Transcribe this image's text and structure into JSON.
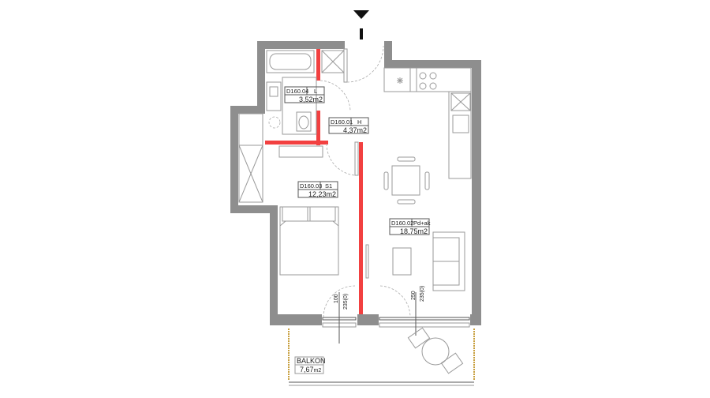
{
  "plan": {
    "section_marker": "I",
    "rooms": [
      {
        "code": "D160.04",
        "type": "L",
        "area": "3,52m2"
      },
      {
        "code": "D160.01",
        "type": "H",
        "area": "4,37m2"
      },
      {
        "code": "D160.03",
        "type": "S1",
        "area": "12,23m2"
      },
      {
        "code": "D160.02",
        "type": "Pd+ak",
        "area": "18,75m2"
      }
    ],
    "balcony": {
      "label": "BALKON",
      "area": "7,67",
      "unit": "m2"
    },
    "dimensions": {
      "door1_width": "100",
      "door1_height": "235(0)",
      "door2_width": "250",
      "door2_height": "235(0)"
    },
    "colors": {
      "wall": "#8e8e8e",
      "new_wall": "#f24040"
    }
  }
}
